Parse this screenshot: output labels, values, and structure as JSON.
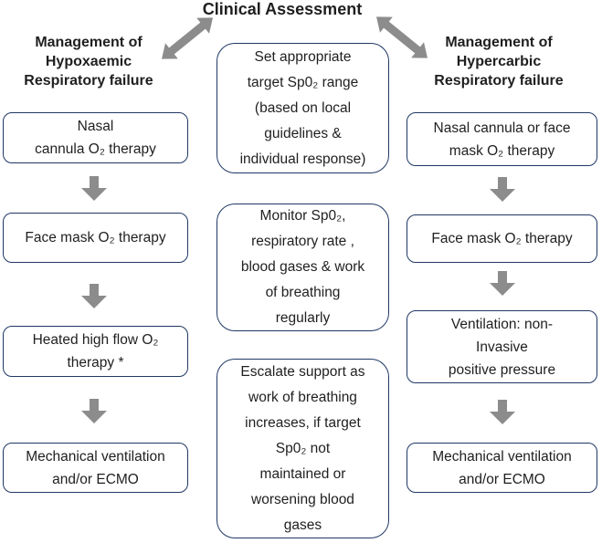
{
  "title": "Clinical Assessment",
  "columns": {
    "left": {
      "header": [
        "Management of",
        "Hypoxaemic",
        "Respiratory failure"
      ],
      "boxes": [
        {
          "lines": [
            "Nasal",
            "cannula O₂ therapy"
          ]
        },
        {
          "lines": [
            "Face mask O₂ therapy"
          ]
        },
        {
          "lines": [
            "Heated high flow O₂",
            "therapy *"
          ]
        },
        {
          "lines": [
            "Mechanical ventilation",
            "and/or ECMO"
          ]
        }
      ]
    },
    "center": {
      "boxes": [
        {
          "lines": [
            "Set appropriate",
            "target Sp0₂ range",
            "(based on local",
            "guidelines &",
            "individual response)"
          ]
        },
        {
          "lines": [
            "Monitor Sp0₂,",
            "respiratory rate ,",
            "blood gases & work",
            "of breathing",
            "regularly"
          ]
        },
        {
          "lines": [
            "Escalate support as",
            "work of breathing",
            "increases, if target",
            "Sp0₂ not",
            "maintained or",
            "worsening blood",
            "gases"
          ]
        }
      ]
    },
    "right": {
      "header": [
        "Management of",
        "Hypercarbic",
        "Respiratory failure"
      ],
      "boxes": [
        {
          "lines": [
            "Nasal cannula or face",
            "mask O₂ therapy"
          ]
        },
        {
          "lines": [
            "Face mask O₂ therapy"
          ]
        },
        {
          "lines": [
            "Ventilation: non-",
            "Invasive",
            "positive pressure"
          ]
        },
        {
          "lines": [
            "Mechanical ventilation",
            "and/or ECMO"
          ]
        }
      ]
    }
  },
  "colors": {
    "box_border": "#1f3864",
    "arrow": "#8c8c8c",
    "text": "#1f1f1f",
    "background": "#ffffff"
  }
}
